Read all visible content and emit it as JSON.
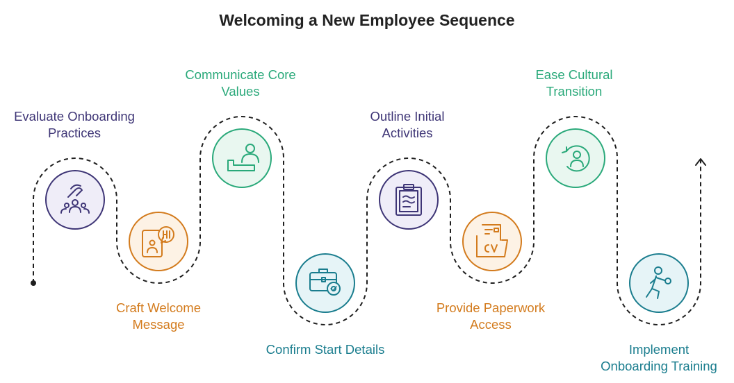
{
  "title": "Welcoming a New Employee Sequence",
  "steps": [
    {
      "id": "evaluate",
      "lines": [
        "Evaluate Onboarding",
        "Practices"
      ],
      "color": "#3e3576",
      "fill": "#efedf8",
      "icon": "hand-over-people-icon"
    },
    {
      "id": "craft",
      "lines": [
        "Craft Welcome",
        "Message"
      ],
      "color": "#d37b1d",
      "fill": "#fdf2e5",
      "icon": "hi-greeting-icon"
    },
    {
      "id": "communicate",
      "lines": [
        "Communicate Core",
        "Values"
      ],
      "color": "#2aa97a",
      "fill": "#e9f7f0",
      "icon": "person-on-platform-icon"
    },
    {
      "id": "confirm",
      "lines": [
        "Confirm Start Details"
      ],
      "color": "#1a7d8e",
      "fill": "#e6f4f7",
      "icon": "briefcase-gear-icon"
    },
    {
      "id": "outline",
      "lines": [
        "Outline Initial",
        "Activities"
      ],
      "color": "#3e3576",
      "fill": "#efedf8",
      "icon": "clipboard-icon"
    },
    {
      "id": "paperwork",
      "lines": [
        "Provide Paperwork",
        "Access"
      ],
      "color": "#d37b1d",
      "fill": "#fdf2e5",
      "icon": "cv-folder-icon"
    },
    {
      "id": "ease",
      "lines": [
        "Ease Cultural",
        "Transition"
      ],
      "color": "#2aa97a",
      "fill": "#e9f7f0",
      "icon": "person-cycle-icon"
    },
    {
      "id": "implement",
      "lines": [
        "Implement",
        "Onboarding Training"
      ],
      "color": "#1a7d8e",
      "fill": "#e6f4f7",
      "icon": "running-person-icon"
    }
  ]
}
